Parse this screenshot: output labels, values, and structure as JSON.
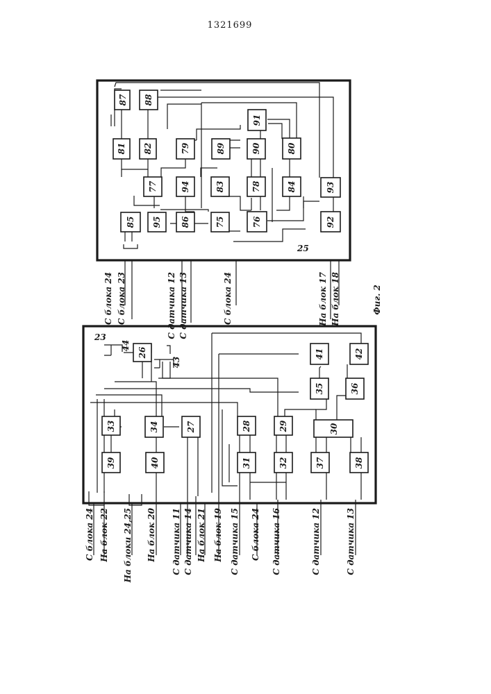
{
  "patent_number": "1321699",
  "figure_caption": "Фиг. 2",
  "unit23": {
    "label": "23",
    "blocks": [
      "26",
      "33",
      "34",
      "27",
      "39",
      "40",
      "28",
      "29",
      "31",
      "32",
      "30",
      "35",
      "36",
      "37",
      "38",
      "41",
      "42",
      "44",
      "43"
    ],
    "labels": {
      "in_block24_a": "С блока 24",
      "out_block22": "На блок 22",
      "out_blocks2425": "На блоки 24,25",
      "out_block20": "На блок 20",
      "in_sensor11": "С датчика 11",
      "in_sensor14": "С датчика 14",
      "out_block21": "На блок 21",
      "out_block19": "На блок 19",
      "in_sensor15": "С датчика 15",
      "in_block24_b": "С блока 24",
      "in_sensor16": "С датчика 16",
      "in_sensor12": "С датчика 12",
      "in_sensor13": "С датчика 13"
    }
  },
  "unit25": {
    "label": "25",
    "blocks": [
      "87",
      "88",
      "81",
      "82",
      "79",
      "89",
      "91",
      "90",
      "80",
      "77",
      "94",
      "83",
      "78",
      "84",
      "93",
      "85",
      "95",
      "86",
      "75",
      "76",
      "92"
    ],
    "labels": {
      "in_block24_a": "С блока 24",
      "in_block23": "С блока 23",
      "in_sensor12": "С датчика 12",
      "in_sensor13": "С датчика 13",
      "in_block24_b": "С блока 24",
      "out_block17": "На блок 17",
      "out_block18": "На блок 18"
    }
  }
}
